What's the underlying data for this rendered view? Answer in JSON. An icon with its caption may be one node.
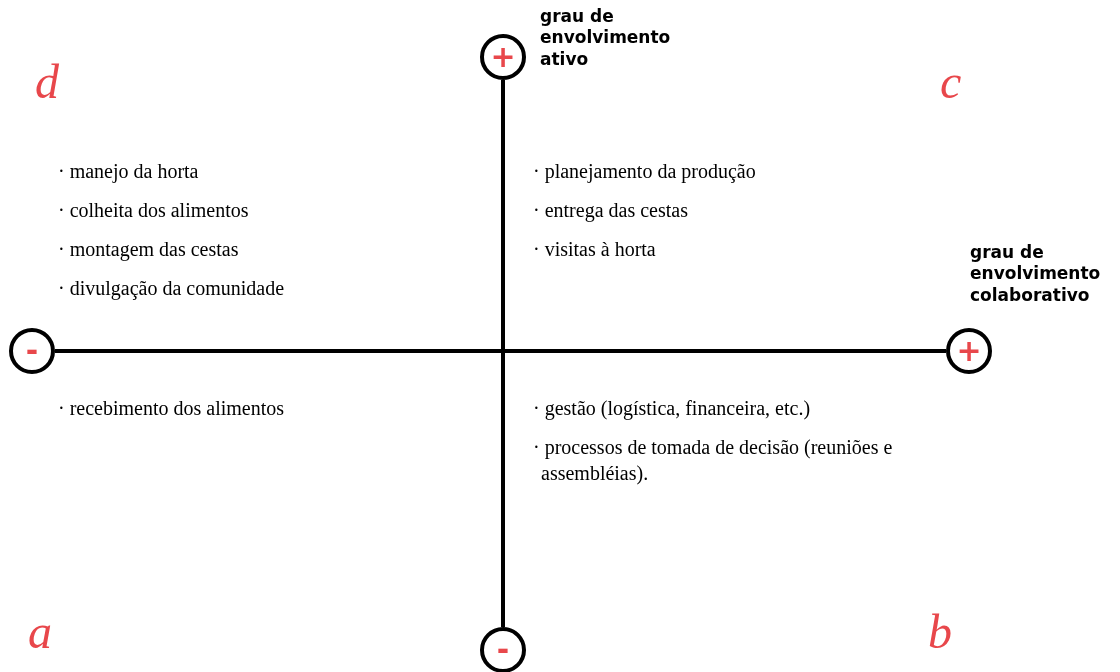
{
  "diagram": {
    "nodes": [
      {
        "text": [
          "+"
        ],
        "beside": [
          "grau de envolvimento ativo"
        ]
      },
      {
        "text": [
          "-"
        ]
      },
      {
        "text": [
          "+"
        ],
        "beside": [
          "grau de envolvimento colaborativo"
        ]
      },
      {
        "text": [
          "-"
        ]
      }
    ],
    "edges": [
      {
        "from": 0,
        "to": 3,
        "arrow": "none"
      },
      {
        "from": 1,
        "to": 2,
        "arrow": "none"
      }
    ],
    "labels": [
      "d",
      "c",
      "· manejo da horta",
      "· colheita dos alimentos",
      "· montagem das cestas",
      "· divulgação da comunidade",
      "· planejamento da produção",
      "· entrega das cestas",
      "· visitas à horta",
      "· recebimento dos alimentos",
      "· gestão (logística, financeira, etc.)",
      "· processos de tomada de decisão (reuniões e assembléias).",
      "a",
      "b"
    ]
  }
}
